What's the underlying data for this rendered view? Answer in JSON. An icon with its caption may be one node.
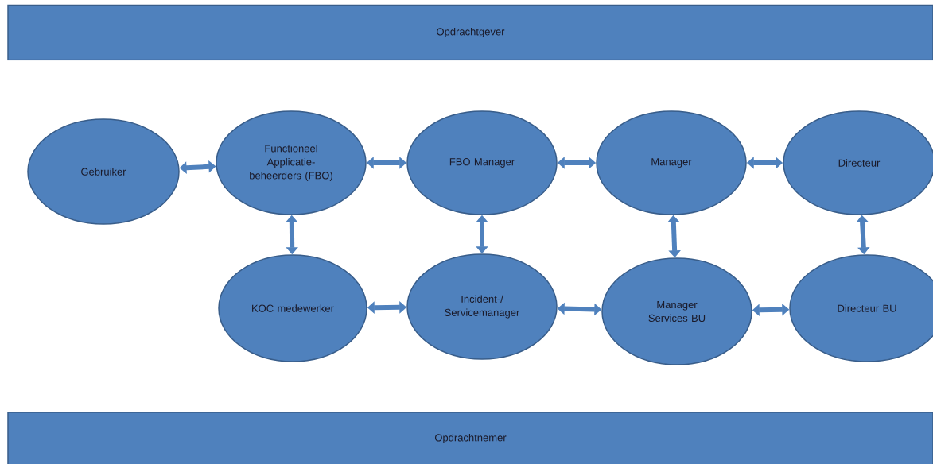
{
  "diagram": {
    "nodes": [
      {
        "text": [
          "Opdrachtgever"
        ]
      },
      {
        "text": [
          "Gebruiker"
        ]
      },
      {
        "text": [
          "Functioneel Applicatie- beheerders (FBO)"
        ]
      },
      {
        "text": [
          "FBO Manager"
        ]
      },
      {
        "text": [
          "Manager"
        ]
      },
      {
        "text": [
          "Directeur"
        ]
      },
      {
        "text": [
          "KOC medewerker"
        ]
      },
      {
        "text": [
          "Incident-/ Servicemanager"
        ]
      },
      {
        "text": [
          "Manager Services BU"
        ]
      },
      {
        "text": [
          "Directeur BU"
        ]
      },
      {
        "text": [
          "Opdrachtnemer"
        ]
      }
    ],
    "edges": [
      {
        "from": 1,
        "to": 2,
        "arrow": "both"
      },
      {
        "from": 2,
        "to": 3,
        "arrow": "both"
      },
      {
        "from": 3,
        "to": 4,
        "arrow": "both"
      },
      {
        "from": 4,
        "to": 5,
        "arrow": "both"
      },
      {
        "from": 2,
        "to": 6,
        "arrow": "both"
      },
      {
        "from": 3,
        "to": 7,
        "arrow": "both"
      },
      {
        "from": 4,
        "to": 8,
        "arrow": "both"
      },
      {
        "from": 5,
        "to": 9,
        "arrow": "both"
      },
      {
        "from": 6,
        "to": 7,
        "arrow": "both"
      },
      {
        "from": 7,
        "to": 8,
        "arrow": "both"
      },
      {
        "from": 8,
        "to": 9,
        "arrow": "both"
      }
    ]
  }
}
